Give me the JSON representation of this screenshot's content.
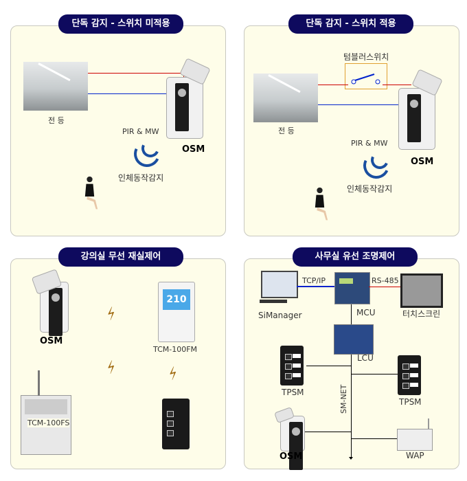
{
  "panels": [
    {
      "title": "단독 감지 - 스위치 미적용",
      "lamp_label": "전 등",
      "sensor_label": "PIR & MW",
      "device_label": "OSM",
      "detect_label": "인체동작감지"
    },
    {
      "title": "단독 감지 - 스위치 적용",
      "switch_label": "텀블러스위치",
      "lamp_label": "전 등",
      "sensor_label": "PIR & MW",
      "device_label": "OSM",
      "detect_label": "인체동작감지"
    },
    {
      "title": "강의실 무선 재실제어",
      "osm_label": "OSM",
      "tcm_fm_label": "TCM-100FM",
      "tcm_fs_label": "TCM-100FS",
      "tcm_display": "210"
    },
    {
      "title": "사무실 유선 조명제어",
      "simanager_label": "SiManager",
      "tcpip_label": "TCP/IP",
      "rs485_label": "RS-485",
      "mcu_label": "MCU",
      "touch_label": "터치스크린",
      "lcu_label": "LCU",
      "tpsm_left_label": "TPSM",
      "tpsm_right_label": "TPSM",
      "smnet_label": "SM-NET",
      "osm_label": "OSM",
      "wap_label": "WAP"
    }
  ],
  "colors": {
    "title_bg": "#0e0a5e",
    "panel_bg": "#fefde9",
    "wire_red": "#cc0000",
    "wire_blue": "#0022cc",
    "wave": "#1a4fa0"
  }
}
